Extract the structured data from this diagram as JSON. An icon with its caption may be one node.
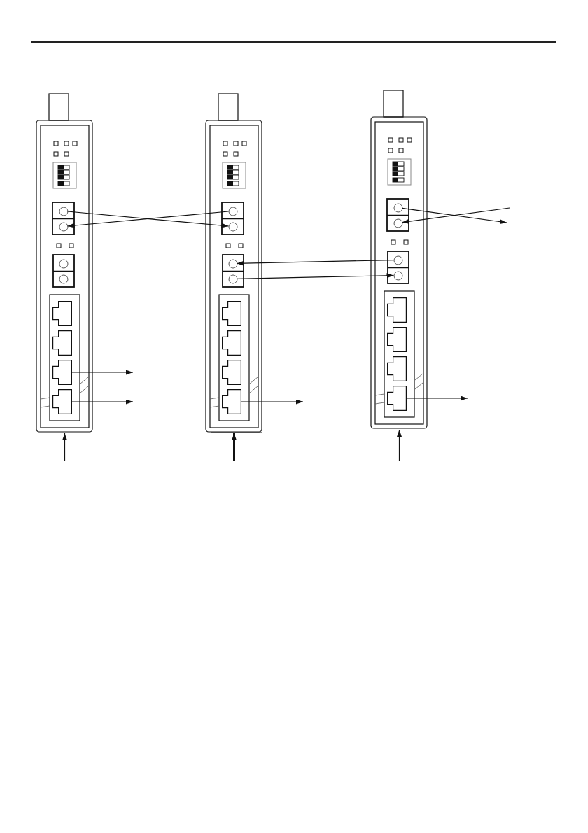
{
  "diagram": {
    "nodes": [
      {
        "text": [],
        "shape": "box"
      },
      {
        "text": [],
        "shape": "circle",
        "in": 0
      },
      {
        "text": [],
        "shape": "circle",
        "in": 0
      },
      {
        "text": [],
        "shape": "circle",
        "in": 0
      },
      {
        "text": [],
        "shape": "circle",
        "in": 0
      },
      {
        "text": [],
        "shape": "box",
        "in": 0
      },
      {
        "text": [],
        "shape": "box",
        "in": 0
      },
      {
        "text": [],
        "shape": "box",
        "in": 0
      },
      {
        "text": [],
        "shape": "box",
        "in": 0
      },
      {
        "text": [],
        "shape": "box"
      },
      {
        "text": [],
        "shape": "circle",
        "in": 9
      },
      {
        "text": [],
        "shape": "circle",
        "in": 9
      },
      {
        "text": [],
        "shape": "circle",
        "in": 9
      },
      {
        "text": [],
        "shape": "circle",
        "in": 9
      },
      {
        "text": [],
        "shape": "box",
        "in": 9
      },
      {
        "text": [],
        "shape": "box",
        "in": 9
      },
      {
        "text": [],
        "shape": "box",
        "in": 9
      },
      {
        "text": [],
        "shape": "box",
        "in": 9
      },
      {
        "text": [],
        "shape": "box"
      },
      {
        "text": [],
        "shape": "circle",
        "in": 18
      },
      {
        "text": [],
        "shape": "circle",
        "in": 18
      },
      {
        "text": [],
        "shape": "circle",
        "in": 18
      },
      {
        "text": [],
        "shape": "circle",
        "in": 18
      },
      {
        "text": [],
        "shape": "box",
        "in": 18
      },
      {
        "text": [],
        "shape": "box",
        "in": 18
      },
      {
        "text": [],
        "shape": "box",
        "in": 18
      },
      {
        "text": [],
        "shape": "box",
        "in": 18
      }
    ],
    "edges": [
      {
        "from": 1,
        "to": 11,
        "arrow": "to"
      },
      {
        "from": 10,
        "to": 2,
        "arrow": "to"
      },
      {
        "from": 21,
        "to": 12,
        "arrow": "to"
      },
      {
        "from": 13,
        "to": 22,
        "arrow": "to"
      },
      {
        "from": 19,
        "to": null,
        "arrow": "to"
      },
      {
        "from": null,
        "to": 20,
        "arrow": "to"
      },
      {
        "from": 7,
        "to": null,
        "arrow": "to"
      },
      {
        "from": 8,
        "to": null,
        "arrow": "to"
      },
      {
        "from": 17,
        "to": null,
        "arrow": "to"
      },
      {
        "from": 26,
        "to": null,
        "arrow": "to"
      },
      {
        "from": null,
        "to": 0,
        "arrow": "to"
      },
      {
        "from": null,
        "to": 9,
        "arrow": "to",
        "style": "thick"
      },
      {
        "from": null,
        "to": 18,
        "arrow": "to"
      }
    ]
  }
}
